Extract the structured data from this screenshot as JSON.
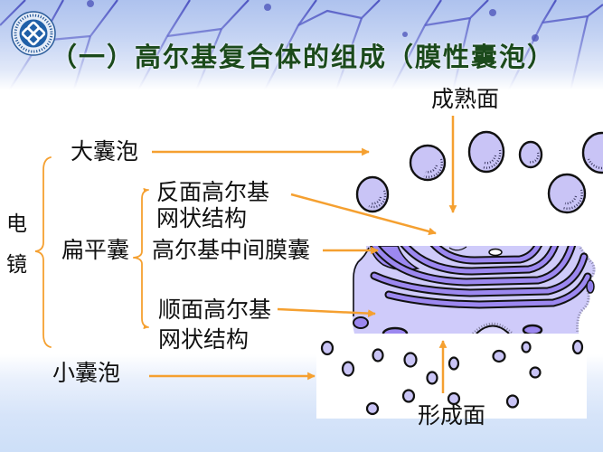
{
  "slide": {
    "title": "（一）高尔基复合体的组成（膜性囊泡）",
    "logo_icon": "university-seal-icon"
  },
  "left_group": {
    "em_label": [
      "电",
      "镜"
    ],
    "large_vesicle": "大囊泡",
    "flattened_sac": "扁平囊",
    "small_vesicle": "小囊泡"
  },
  "flattened_sac_parts": {
    "trans_network": [
      "反面高尔基",
      "网状结构"
    ],
    "medial_cisternae": "高尔基中间膜囊",
    "cis_network": [
      "顺面高尔基",
      "网状结构"
    ]
  },
  "faces": {
    "mature": "成熟面",
    "forming": "形成面"
  },
  "colors": {
    "title": "#1b4a1b",
    "arrow": "#f5a030",
    "label_text": "#111111",
    "vesicle_fill": "#c9c4f6",
    "cisterna_fill": "#9c88f0",
    "golgi_body": "#cfcbfa",
    "outline": "#111111"
  }
}
